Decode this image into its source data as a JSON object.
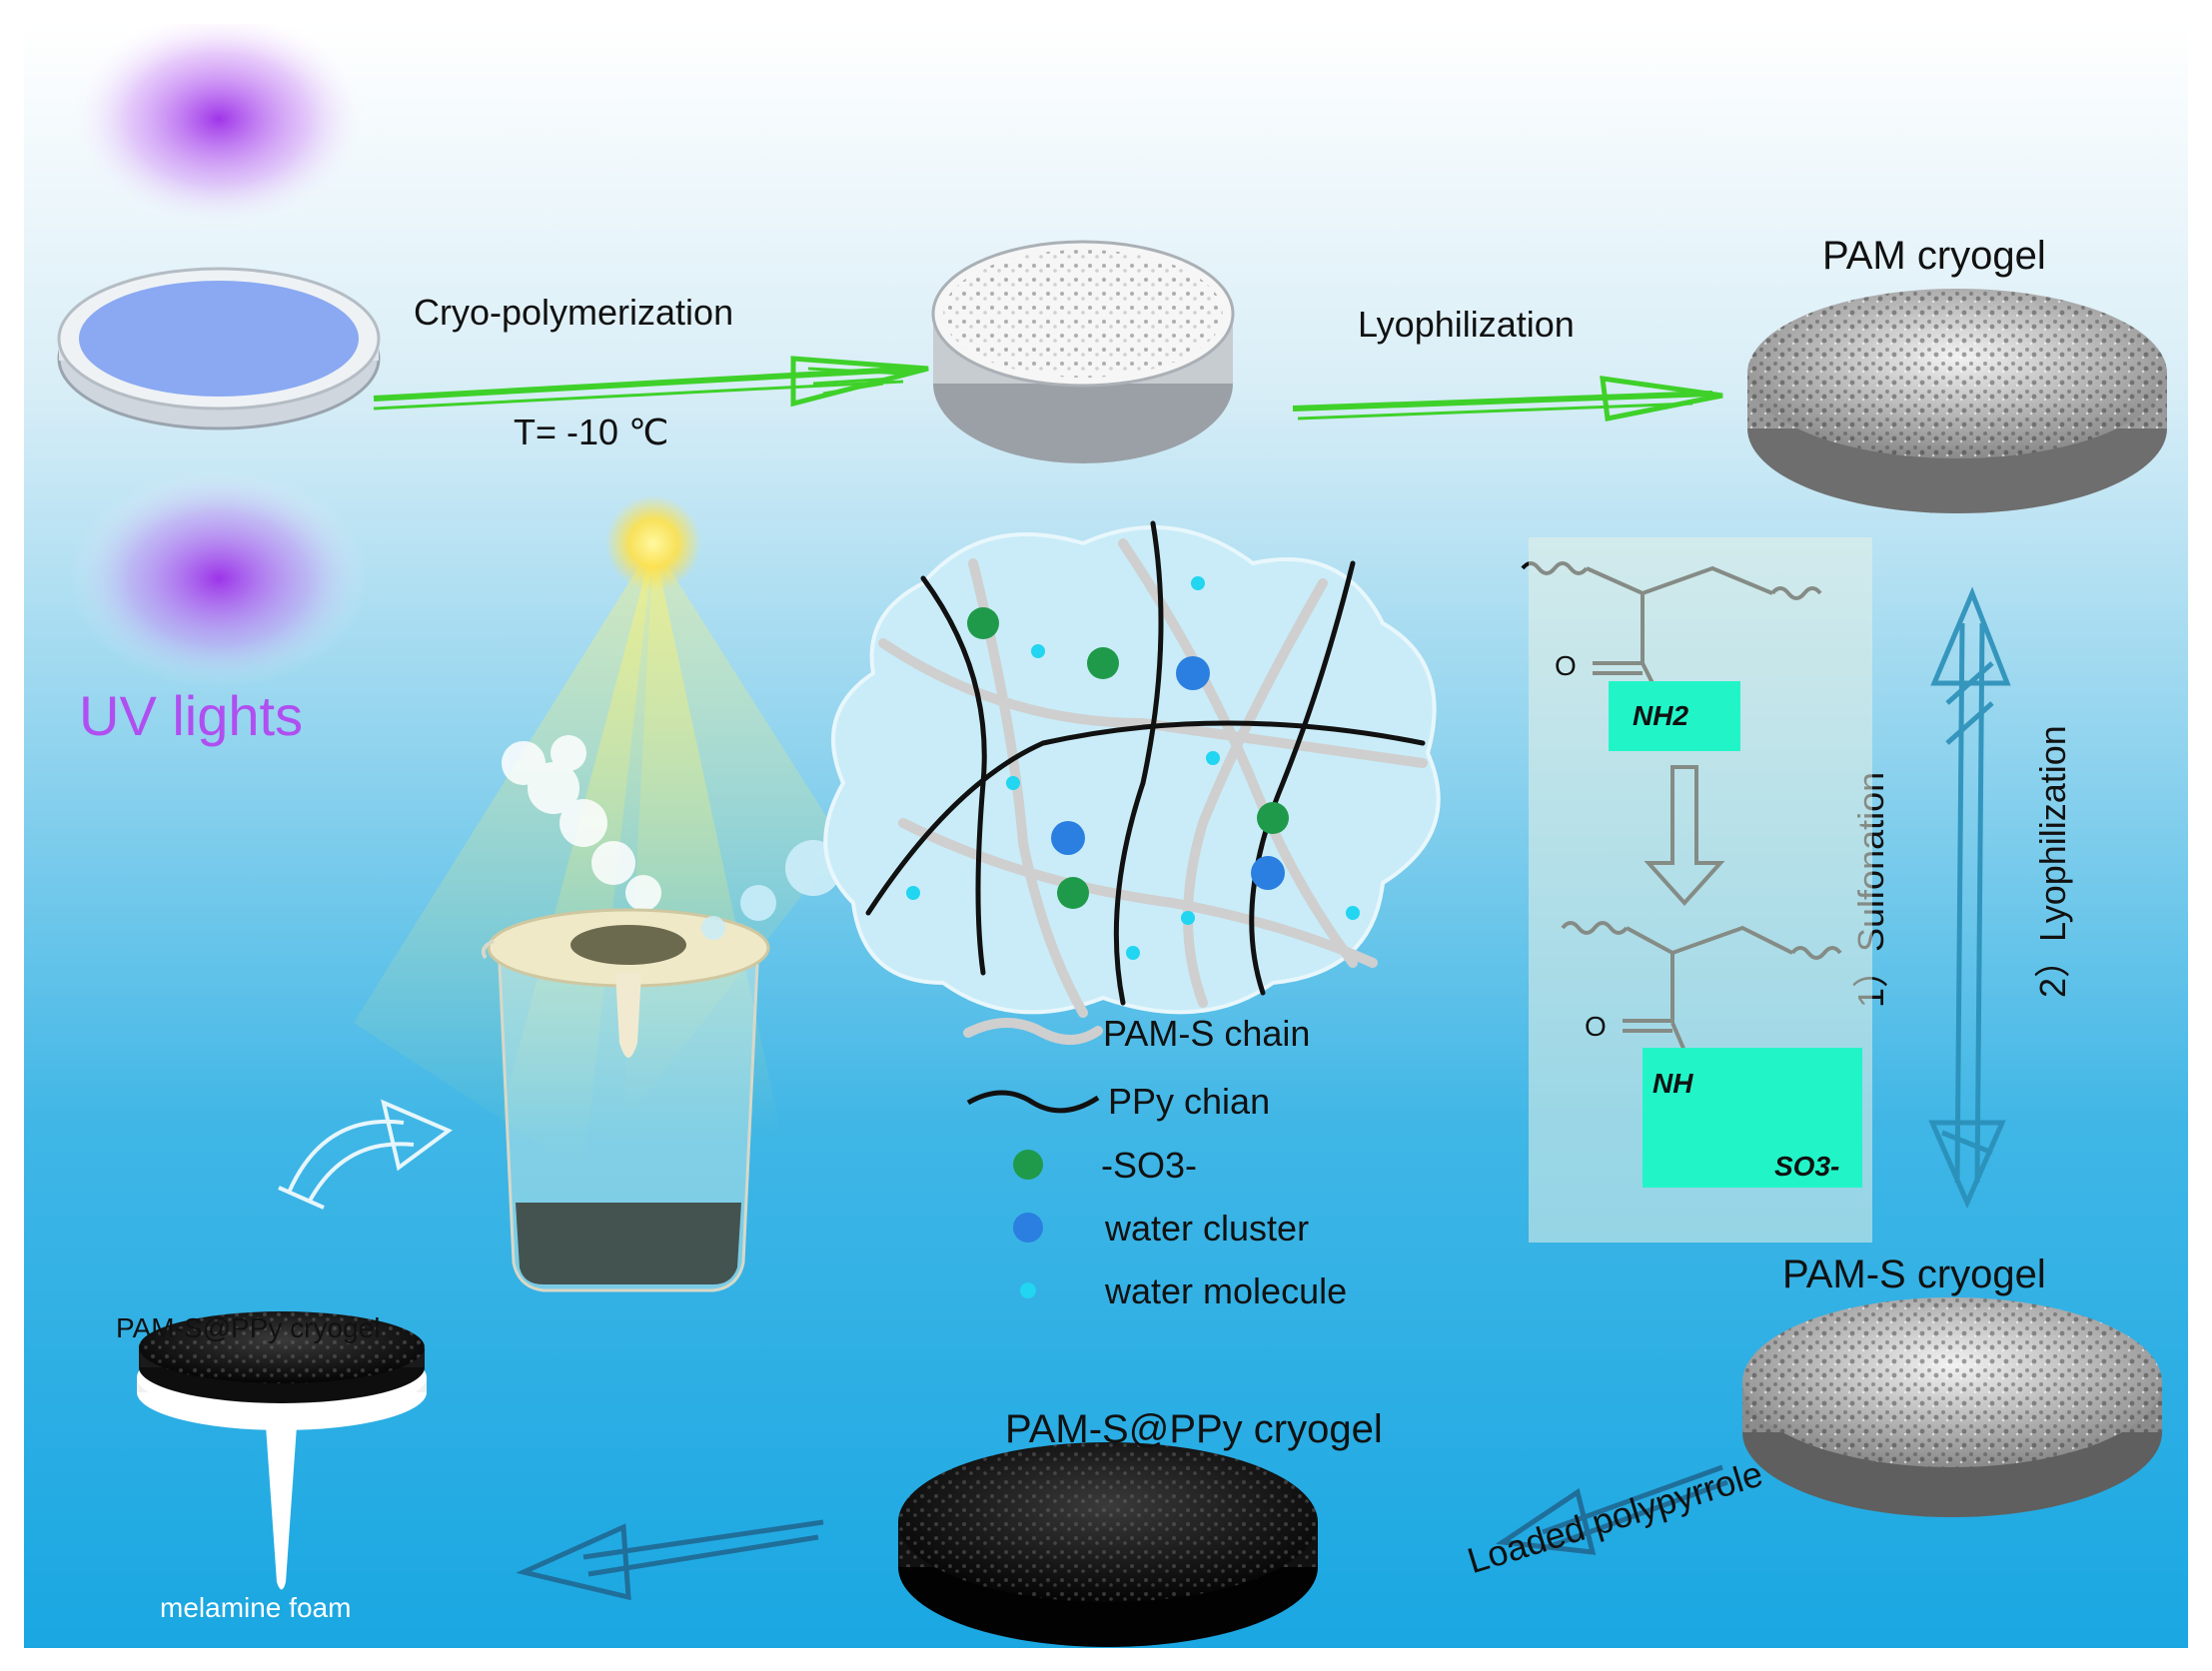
{
  "labels": {
    "cryo_polymerization": "Cryo-polymerization",
    "temperature": "T= -10 ℃",
    "lyophilization_top": "Lyophilization",
    "pam_cryogel": "PAM cryogel",
    "uv_lights": "UV lights",
    "pam_s_cryogel": "PAM-S cryogel",
    "pam_s_ppy_cryogel_center": "PAM-S@PPy cryogel",
    "pam_s_ppy_cryogel_left": "PAM-S@PPy cryogel",
    "melamine_foam": "melamine foam",
    "loaded_polypyrrole": "Loaded polypyrrole",
    "sulfonation_step": "1）Sulfonation",
    "lyophilization_step": "2）Lyophilization"
  },
  "legend": [
    {
      "key": "pam_s",
      "text": "PAM-S chain"
    },
    {
      "key": "ppy",
      "text": "PPy chian"
    },
    {
      "key": "so3",
      "text": "-SO3-"
    },
    {
      "key": "cluster",
      "text": "water cluster"
    },
    {
      "key": "molecule",
      "text": "water molecule"
    }
  ],
  "chem": {
    "o_top": "O",
    "nh2": "NH2",
    "o_bottom": "O",
    "nh": "NH",
    "so3": "SO3-"
  },
  "colors": {
    "arrow_green": "#3fd12a",
    "uv_purple": "#b04ff0",
    "teal_box": "#21f5c8",
    "so3_green": "#1f9a4a",
    "cluster_blue": "#2a7fe0",
    "molecule_cyan": "#22d5f0",
    "sketch_blue": "#1f6f9a"
  }
}
